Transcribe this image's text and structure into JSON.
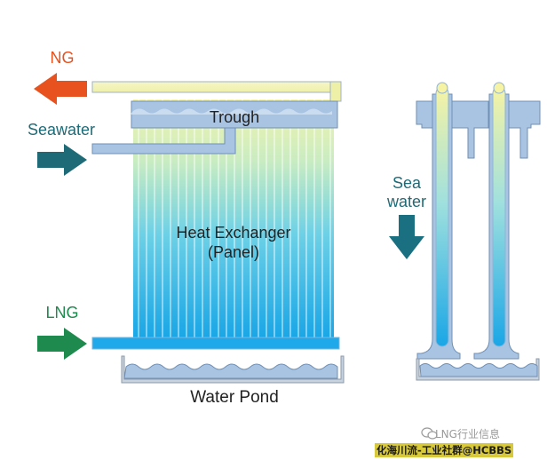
{
  "labels": {
    "ng": "NG",
    "seawater": "Seawater",
    "trough": "Trough",
    "heat_exchanger_line1": "Heat Exchanger",
    "heat_exchanger_line2": "(Panel)",
    "lng": "LNG",
    "water_pond": "Water Pond",
    "sea": "Sea",
    "water": "water"
  },
  "watermark": {
    "channel": "LNG行业信息",
    "credit": "化海川流-工业社群@HCBBS"
  },
  "colors": {
    "ng_arrow": "#e8521e",
    "seawater_arrow": "#1e6a76",
    "lng_arrow": "#1f8a4e",
    "sea_water_arrow": "#1a6f80",
    "label_text": "#1e6a76",
    "ng_text": "#e8521e",
    "lng_text": "#1f8a4e",
    "structure_fill": "#a9c4e2",
    "structure_stroke": "#6f8fb4",
    "panel_top": "#f3f4b0",
    "panel_bottom": "#17a7e6"
  },
  "icons": {
    "outflow": "arrow-left-icon",
    "inflow": "arrow-right-icon",
    "downflow": "arrow-down-icon",
    "wechat": "wechat-icon"
  }
}
